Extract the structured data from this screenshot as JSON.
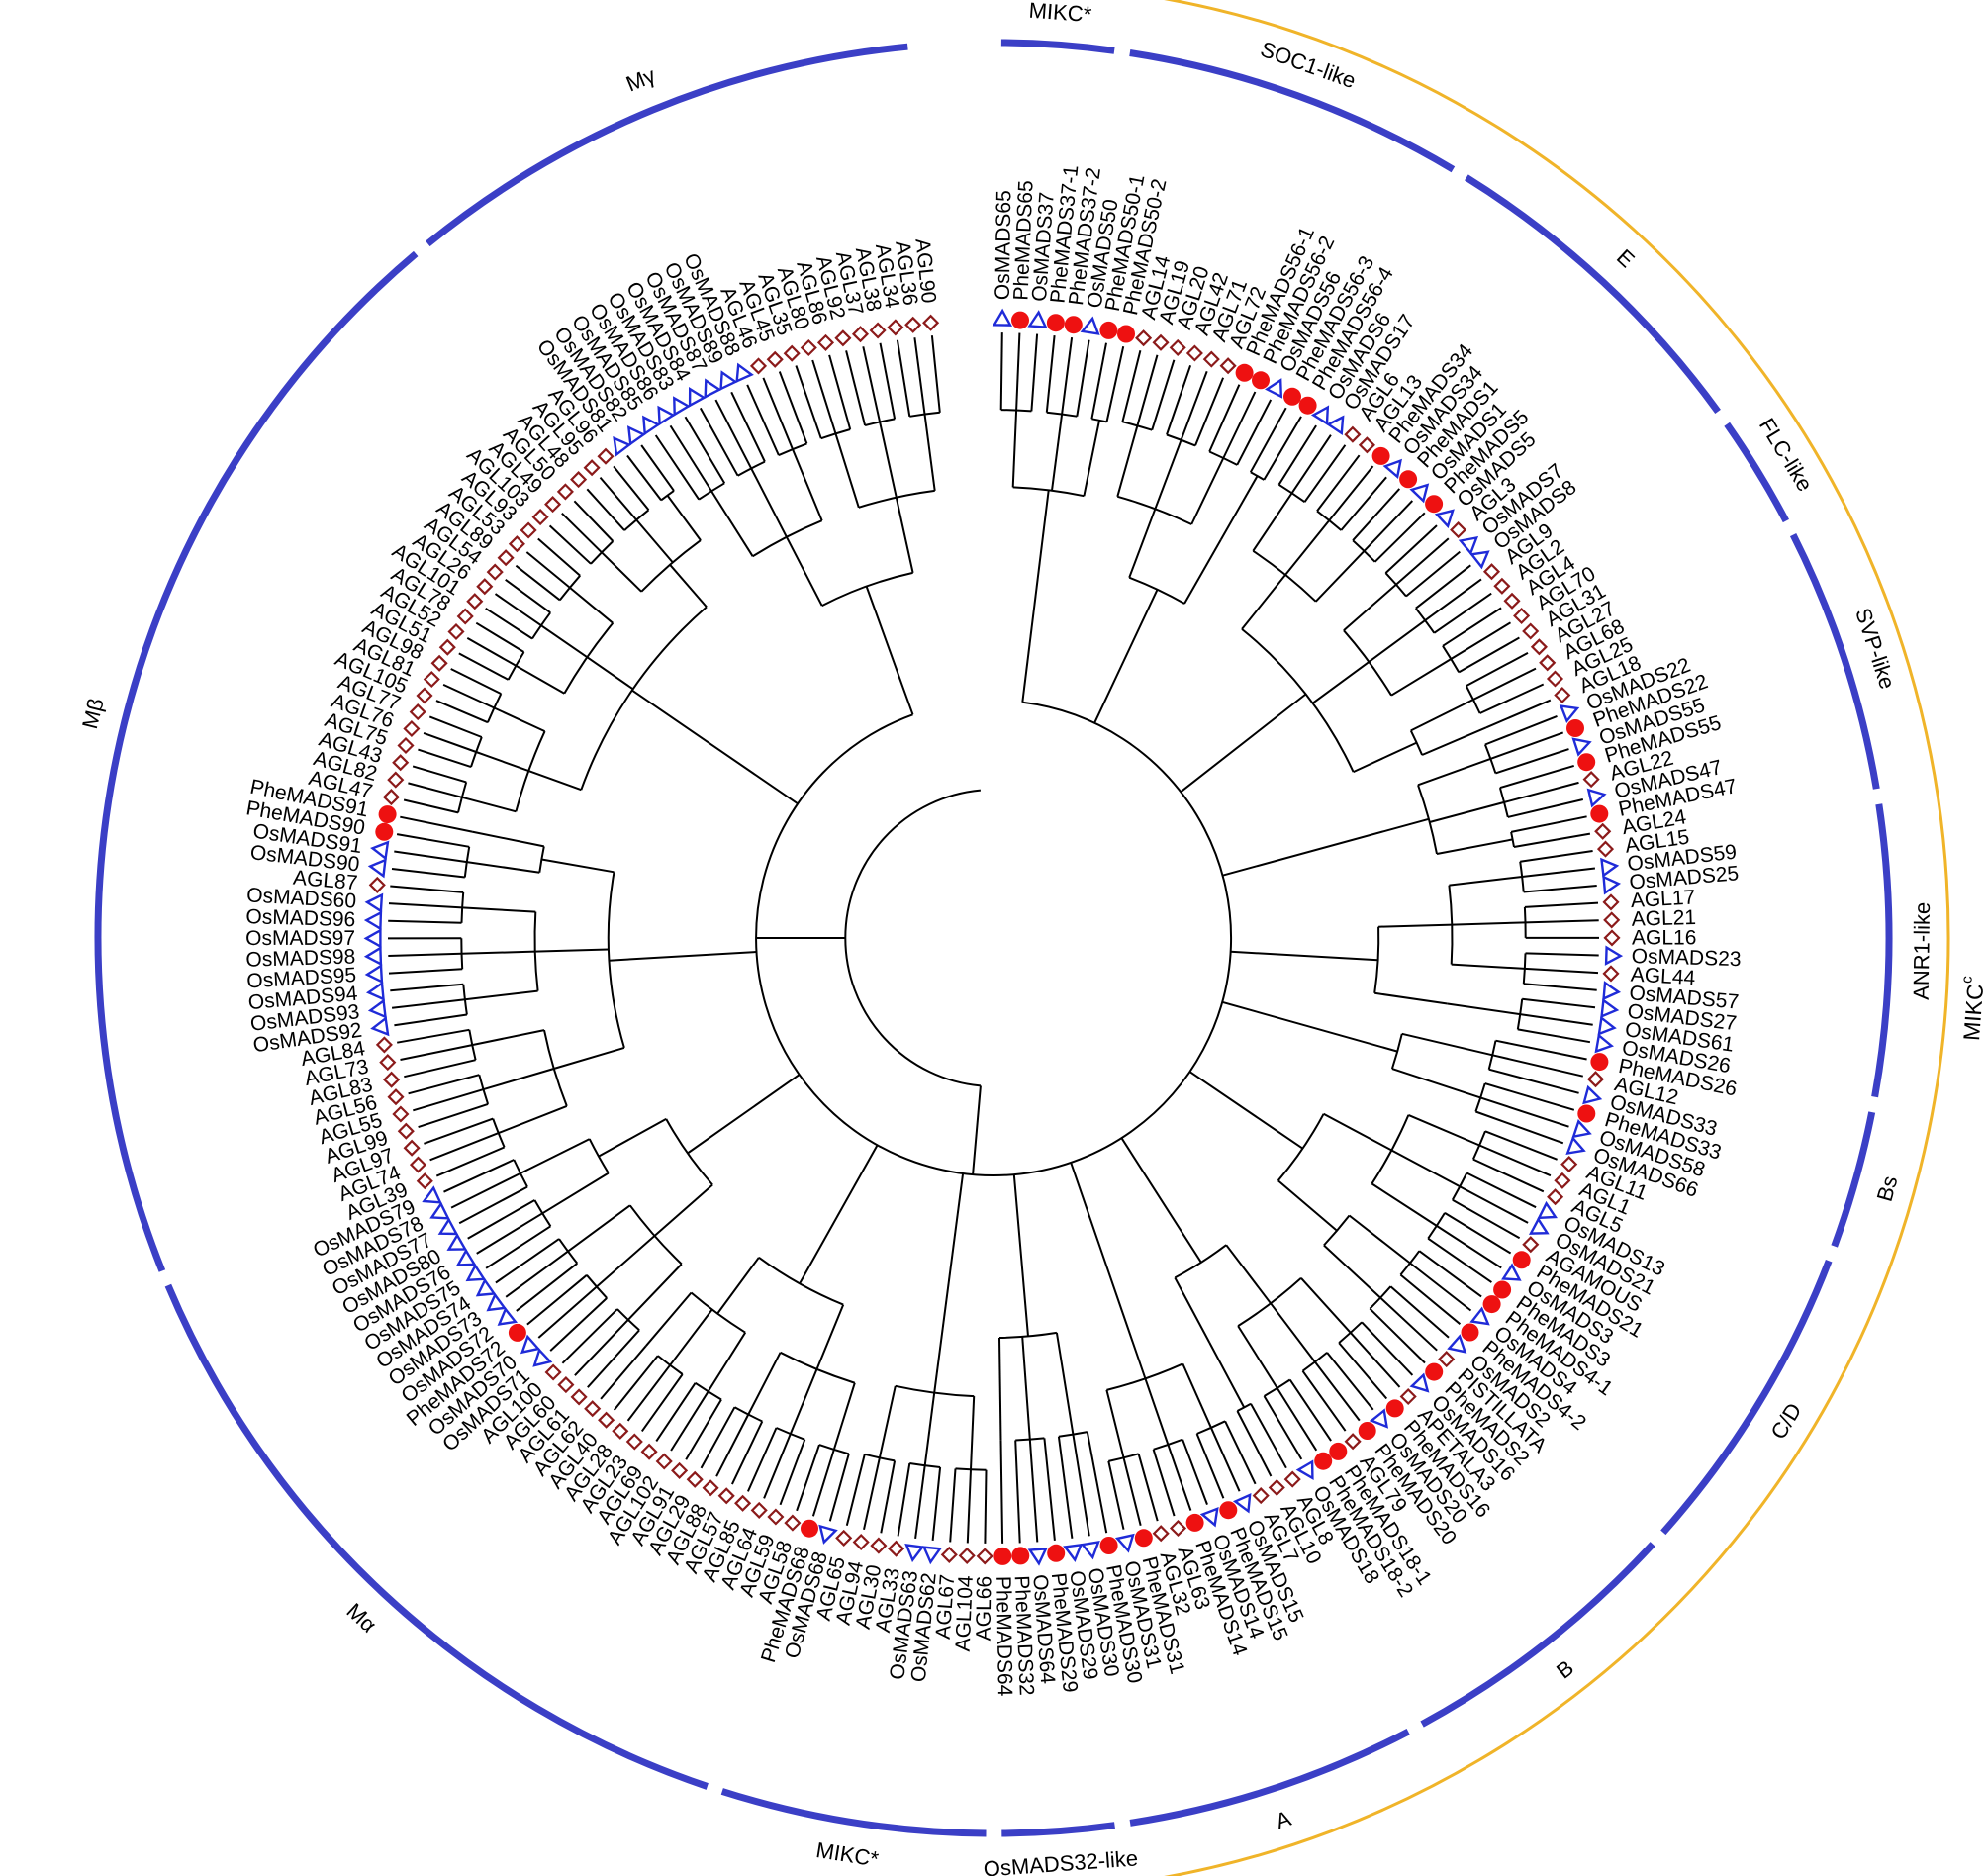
{
  "colors": {
    "arabidopsis": "#8b1a1a",
    "rice": "#1f2bd8",
    "bamboo": "#ee1111",
    "group_arc": "#3b3fc6",
    "mikc_arc": "#f0b429",
    "branch": "#000000"
  },
  "marker_legend": {
    "AGL": "diamond-marker",
    "Os": "triangle-marker",
    "Phe": "circle-marker"
  },
  "leaves": [
    "OsMADS65",
    "PheMADS65",
    "OsMADS37",
    "PheMADS37-1",
    "PheMADS37-2",
    "OsMADS50",
    "PheMADS50-1",
    "PheMADS50-2",
    "AGL14",
    "AGL19",
    "AGL20",
    "AGL42",
    "AGL71",
    "AGL72",
    "PheMADS56-1",
    "PheMADS56-2",
    "OsMADS56",
    "PheMADS56-3",
    "PheMADS56-4",
    "OsMADS6",
    "OsMADS17",
    "AGL6",
    "AGL13",
    "PheMADS34",
    "OsMADS34",
    "PheMADS1",
    "OsMADS1",
    "PheMADS5",
    "OsMADS5",
    "AGL3",
    "OsMADS7",
    "OsMADS8",
    "AGL9",
    "AGL2",
    "AGL4",
    "AGL70",
    "AGL31",
    "AGL27",
    "AGL68",
    "AGL25",
    "AGL18",
    "OsMADS22",
    "PheMADS22",
    "OsMADS55",
    "PheMADS55",
    "AGL22",
    "OsMADS47",
    "PheMADS47",
    "AGL24",
    "AGL15",
    "OsMADS59",
    "OsMADS25",
    "AGL17",
    "AGL21",
    "AGL16",
    "OsMADS23",
    "AGL44",
    "OsMADS57",
    "OsMADS27",
    "OsMADS61",
    "OsMADS26",
    "PheMADS26",
    "AGL12",
    "OsMADS33",
    "PheMADS33",
    "OsMADS58",
    "OsMADS66",
    "AGL11",
    "AGL1",
    "AGL5",
    "OsMADS13",
    "OsMADS21",
    "AGAMOUS",
    "PheMADS21",
    "OsMADS3",
    "PheMADS3",
    "PheMADS4-1",
    "OsMADS4",
    "PheMADS4-2",
    "OsMADS2",
    "PISTILLATA",
    "PheMADS2",
    "OsMADS16",
    "APETALA3",
    "PheMADS16",
    "OsMADS20",
    "PheMADS20",
    "AGL79",
    "PheMADS18-1",
    "PheMADS18-2",
    "OsMADS18",
    "AGL8",
    "AGL10",
    "AGL7",
    "OsMADS15",
    "PheMADS15",
    "OsMADS14",
    "PheMADS14",
    "AGL63",
    "AGL32",
    "PheMADS31",
    "OsMADS31",
    "PheMADS30",
    "OsMADS30",
    "OsMADS29",
    "PheMADS29",
    "OsMADS64",
    "PheMADS32",
    "PheMADS64",
    "AGL66",
    "AGL104",
    "AGL67",
    "OsMADS62",
    "OsMADS63",
    "AGL33",
    "AGL30",
    "AGL94",
    "AGL65",
    "OsMADS68",
    "PheMADS68",
    "AGL58",
    "AGL59",
    "AGL64",
    "AGL85",
    "AGL57",
    "AGL88",
    "AGL29",
    "AGL91",
    "AGL102",
    "AGL69",
    "AGL23",
    "AGL28",
    "AGL40",
    "AGL62",
    "AGL61",
    "AGL60",
    "AGL100",
    "OsMADS71",
    "OsMADS70",
    "PheMADS72",
    "OsMADS72",
    "OsMADS73",
    "OsMADS74",
    "OsMADS75",
    "OsMADS76",
    "OsMADS80",
    "OsMADS77",
    "OsMADS78",
    "OsMADS79",
    "AGL39",
    "AGL74",
    "AGL97",
    "AGL99",
    "AGL55",
    "AGL56",
    "AGL83",
    "AGL73",
    "AGL84",
    "OsMADS92",
    "OsMADS93",
    "OsMADS94",
    "OsMADS95",
    "OsMADS98",
    "OsMADS97",
    "OsMADS96",
    "OsMADS60",
    "AGL87",
    "OsMADS90",
    "OsMADS91",
    "PheMADS90",
    "PheMADS91",
    "AGL47",
    "AGL82",
    "AGL43",
    "AGL75",
    "AGL76",
    "AGL77",
    "AGL105",
    "AGL81",
    "AGL98",
    "AGL51",
    "AGL52",
    "AGL78",
    "AGL101",
    "AGL26",
    "AGL54",
    "AGL89",
    "AGL53",
    "AGL93",
    "AGL103",
    "AGL49",
    "AGL50",
    "AGL48",
    "AGL95",
    "AGL96",
    "OsMADS81",
    "OsMADS82",
    "OsMADS85",
    "OsMADS86",
    "OsMADS83",
    "OsMADS84",
    "OsMADS87",
    "OsMADS89",
    "OsMADS88",
    "AGL46",
    "AGL45",
    "AGL35",
    "AGL80",
    "AGL86",
    "AGL92",
    "AGL37",
    "AGL38",
    "AGL34",
    "AGL36",
    "AGL90"
  ],
  "groups": [
    {
      "label": "MIKC*",
      "start": "OsMADS65",
      "end": "PheMADS37-2"
    },
    {
      "label": "SOC1-like",
      "start": "OsMADS50",
      "end": "PheMADS56-4"
    },
    {
      "label": "E",
      "start": "OsMADS6",
      "end": "AGL9"
    },
    {
      "label": "FLC-like",
      "start": "AGL2",
      "end": "AGL27"
    },
    {
      "label": "SVP-like",
      "start": "AGL68",
      "end": "AGL24"
    },
    {
      "label": "ANR1-like",
      "start": "AGL15",
      "end": "OsMADS26"
    },
    {
      "label": "Bs",
      "start": "PheMADS26",
      "end": "OsMADS66"
    },
    {
      "label": "C/D",
      "start": "AGL11",
      "end": "OsMADS2"
    },
    {
      "label": "B",
      "start": "PISTILLATA",
      "end": "AGL8"
    },
    {
      "label": "A",
      "start": "AGL10",
      "end": "OsMADS30"
    },
    {
      "label": "OsMADS32-like",
      "start": "OsMADS29",
      "end": "PheMADS64"
    },
    {
      "label": "MIKC*",
      "start": "AGL66",
      "end": "PheMADS68"
    },
    {
      "label": "Mα",
      "start": "AGL58",
      "end": "AGL39"
    },
    {
      "label": "Mβ",
      "start": "AGL74",
      "end": "AGL95"
    },
    {
      "label": "Mγ",
      "start": "AGL96",
      "end": "AGL90"
    }
  ],
  "mikc_c": {
    "label": "MIKC",
    "superscript": "c",
    "start": "OsMADS50",
    "end": "PheMADS64"
  }
}
